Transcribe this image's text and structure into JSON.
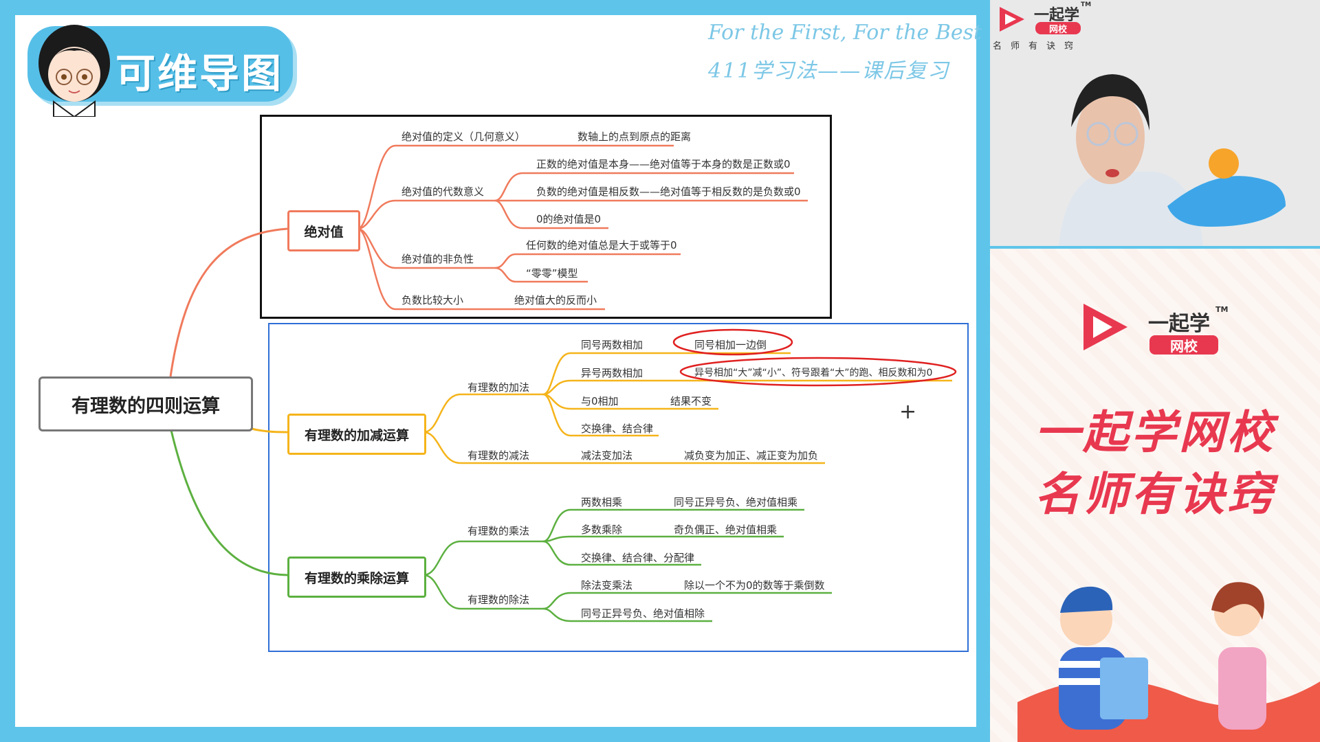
{
  "slide": {
    "logo_text": "可维导图",
    "slogan_line1": "For the First, For the Best!",
    "slogan_line2": "411学习法——课后复习"
  },
  "mindmap": {
    "root": "有理数的四则运算",
    "abs": {
      "title": "绝对值",
      "items": {
        "def": "绝对值的定义（几何意义）",
        "def_val": "数轴上的点到原点的距离",
        "alg": "绝对值的代数意义",
        "alg_pos": "正数的绝对值是本身——绝对值等于本身的数是正数或0",
        "alg_neg": "负数的绝对值是相反数——绝对值等于相反数的是负数或0",
        "alg_zero": "0的绝对值是0",
        "nonneg": "绝对值的非负性",
        "nonneg_1": "任何数的绝对值总是大于或等于0",
        "nonneg_2": "“零零”模型",
        "cmp": "负数比较大小",
        "cmp_val": "绝对值大的反而小"
      }
    },
    "add": {
      "title": "有理数的加减运算",
      "add_label": "有理数的加法",
      "same": "同号两数相加",
      "same_val": "同号相加一边倒",
      "diff": "异号两数相加",
      "diff_val": "异号相加“大”减“小”、符号跟着“大”的跑、相反数和为0",
      "zero": "与0相加",
      "zero_val": "结果不变",
      "law": "交换律、结合律",
      "sub_label": "有理数的减法",
      "sub": "减法变加法",
      "sub_val": "减负变为加正、减正变为加负"
    },
    "mul": {
      "title": "有理数的乘除运算",
      "mul_label": "有理数的乘法",
      "two": "两数相乘",
      "two_val": "同号正异号负、绝对值相乘",
      "multi": "多数乘除",
      "multi_val": "奇负偶正、绝对值相乘",
      "law": "交换律、结合律、分配律",
      "div_label": "有理数的除法",
      "div": "除法变乘法",
      "div_val": "除以一个不为0的数等于乘倒数",
      "div2": "同号正异号负、绝对值相除"
    }
  },
  "brand": {
    "name": "一起学",
    "tag": "网校",
    "tm": "TM",
    "sub": "名师有诀窍"
  },
  "promo": {
    "line1": "一起学网校",
    "line2": "名师有诀窍"
  },
  "colors": {
    "abs": "#f07a5c",
    "add": "#f5b41a",
    "mul": "#5cb040",
    "highlight": "#e02020"
  }
}
